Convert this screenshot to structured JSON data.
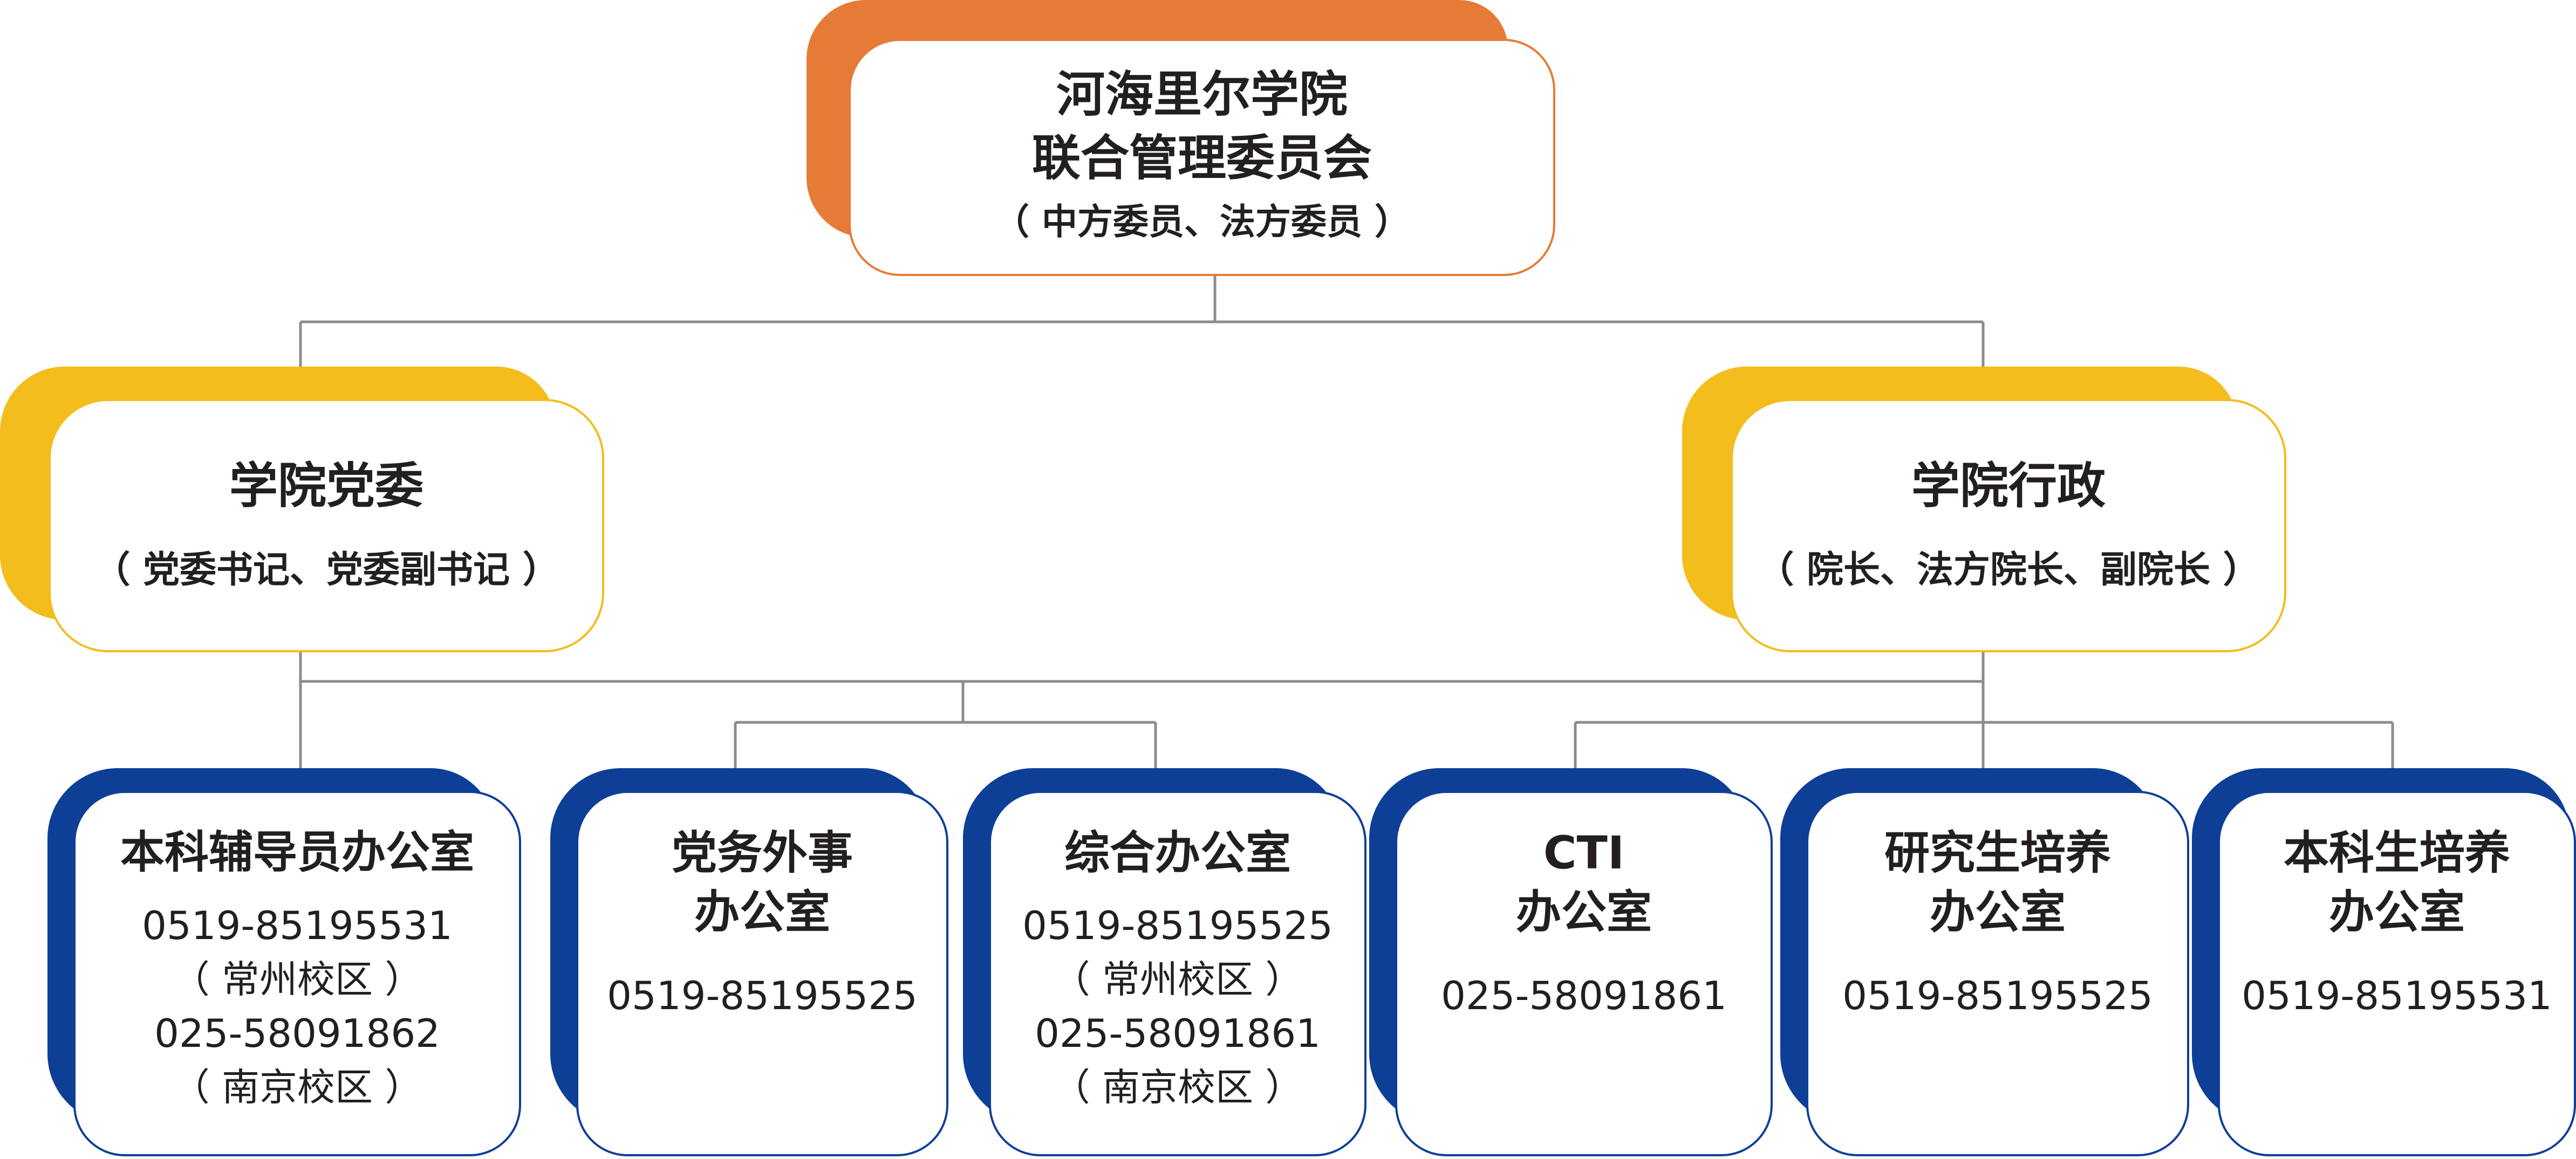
{
  "colors": {
    "top_accent": "#e67b37",
    "mid_accent": "#f2bd1d",
    "bottom_accent": "#0e3f96",
    "connector": "#8c8c8c"
  },
  "top": {
    "line1": "河海里尔学院",
    "line2": "联合管理委员会",
    "line3": "（ 中方委员、法方委员 ）"
  },
  "party": {
    "title": "学院党委",
    "subtitle": "（ 党委书记、党委副书记 ）"
  },
  "admin": {
    "title": "学院行政",
    "subtitle": "（ 院长、法方院长、副院长 ）"
  },
  "offices": [
    {
      "title": "本科辅导员办公室",
      "phone1": "0519-85195531",
      "campus1": "（ 常州校区 ）",
      "phone2": "025-58091862",
      "campus2": "（ 南京校区 ）"
    },
    {
      "title1": "党务外事",
      "title2": "办公室",
      "phone": "0519-85195525"
    },
    {
      "title": "综合办公室",
      "phone1": "0519-85195525",
      "campus1": "（ 常州校区 ）",
      "phone2": "025-58091861",
      "campus2": "（ 南京校区 ）"
    },
    {
      "title1": "CTI",
      "title2": "办公室",
      "phone": "025-58091861"
    },
    {
      "title1": "研究生培养",
      "title2": "办公室",
      "phone": "0519-85195525"
    },
    {
      "title1": "本科生培养",
      "title2": "办公室",
      "phone": "0519-85195531"
    }
  ]
}
